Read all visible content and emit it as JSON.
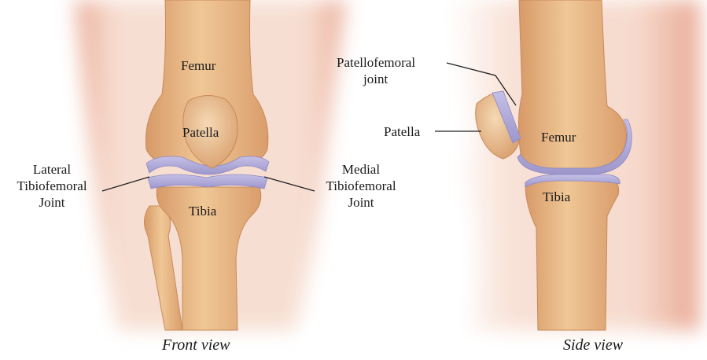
{
  "front_view": {
    "caption": "Front view",
    "labels": {
      "femur": "Femur",
      "patella": "Patella",
      "tibia": "Tibia",
      "lateral_joint": [
        "Lateral",
        "Tibiofemoral",
        "Joint"
      ],
      "medial_joint": [
        "Medial",
        "Tibiofemoral",
        "Joint"
      ]
    }
  },
  "side_view": {
    "caption": "Side view",
    "labels": {
      "patellofemoral_joint": [
        "Patellofemoral",
        "joint"
      ],
      "patella": "Patella",
      "femur": "Femur",
      "tibia": "Tibia"
    }
  },
  "colors": {
    "skin": "#f3d3c4",
    "bone": "#e8b886",
    "cartilage": "#a9a3d4",
    "leader_line": "#222222"
  }
}
